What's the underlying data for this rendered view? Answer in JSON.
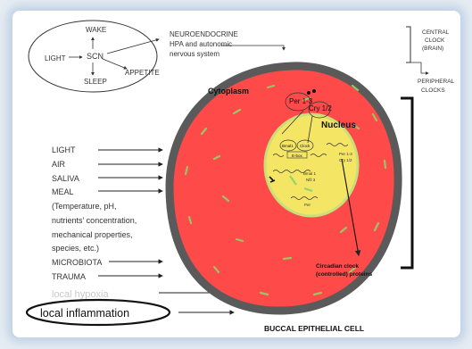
{
  "scn_diagram": {
    "light": "LIGHT",
    "scn": "SCN",
    "wake": "WAKE",
    "sleep": "SLEEP",
    "appetite": "APPETITE"
  },
  "neuroendocrine": {
    "line1": "NEUROENDOCRINE",
    "line2": "HPA and autonomic",
    "line3": "nervous system"
  },
  "central_clock": {
    "line1": "CENTRAL",
    "line2": "CLOCK",
    "line3": "(BRAIN)"
  },
  "peripheral_clocks": {
    "line1": "PERIPHERAL",
    "line2": "CLOCKS"
  },
  "factors": {
    "light": "LIGHT",
    "air": "AIR",
    "saliva": "SALIVA",
    "meal": "MEAL",
    "meal_detail_1": "(Temperature, pH,",
    "meal_detail_2": "nutrients’ concentration,",
    "meal_detail_3": "mechanical properties,",
    "meal_detail_4": "species, etc.)",
    "microbiota": "MICROBIOTA",
    "trauma": "TRAUMA",
    "hypoxia": "local hypoxia",
    "inflammation": "local inflammation"
  },
  "cell": {
    "cytoplasm": "Cytoplasm",
    "nucleus": "Nucleus",
    "per": "Per 1-3",
    "cry": "Cry 1/2",
    "bmal": "Bmal1",
    "clock": "Clock",
    "ebox": "E-box",
    "per_cry": "Per 1-3",
    "cry2": "Cry 1/2",
    "bmal1": "Bmal 1",
    "nfil3": "Nfil 3",
    "per_small": "Per",
    "proteins_1": "Circadian clock",
    "proteins_2": "(controlled) proteins",
    "caption": "BUCCAL EPITHELIAL CELL"
  },
  "colors": {
    "membrane": "#5a5a5a",
    "cytoplasm": "#ff4a4a",
    "nucleus": "#f4e565",
    "nucleolus_edge": "#c8e07a",
    "text": "#222222",
    "highlight": "#ffffff"
  }
}
